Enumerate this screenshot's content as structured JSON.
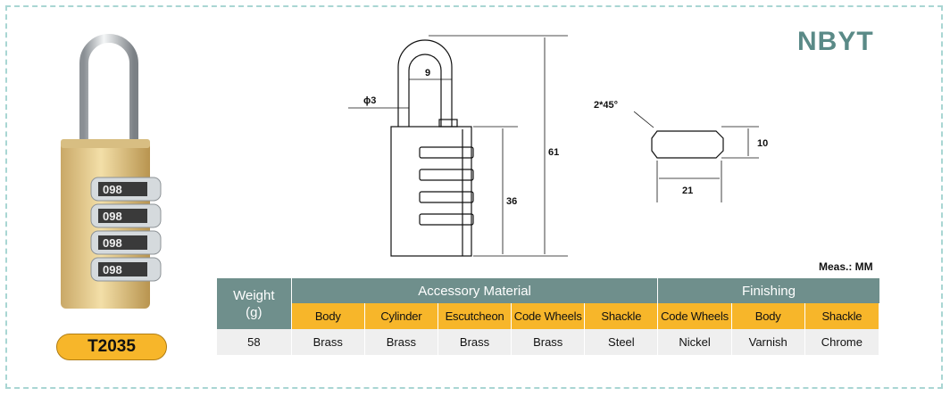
{
  "brand": "NBYT",
  "model": "T2035",
  "drawing": {
    "dim_shackle_inner": "9",
    "dim_shackle_dia": "ϕ3",
    "dim_total_height": "61",
    "dim_body_height": "36",
    "dim_chamfer": "2*45°",
    "dim_key_height": "10",
    "dim_key_width": "21",
    "wheel_digits": "098"
  },
  "meas": "Meas.: MM",
  "table": {
    "weight_label": "Weight",
    "weight_unit": "(g)",
    "group_accessory": "Accessory Material",
    "group_finishing": "Finishing",
    "columns": [
      "Body",
      "Cylinder",
      "Escutcheon",
      "Code Wheels",
      "Shackle",
      "Code Wheels",
      "Body",
      "Shackle"
    ],
    "weight_value": "58",
    "values": [
      "Brass",
      "Brass",
      "Brass",
      "Brass",
      "Steel",
      "Nickel",
      "Varnish",
      "Chrome"
    ]
  },
  "colors": {
    "brand": "#5a8a87",
    "header": "#6f8f8c",
    "subheader": "#f7b62a",
    "row": "#efefef",
    "frame": "#a9d6d3"
  }
}
